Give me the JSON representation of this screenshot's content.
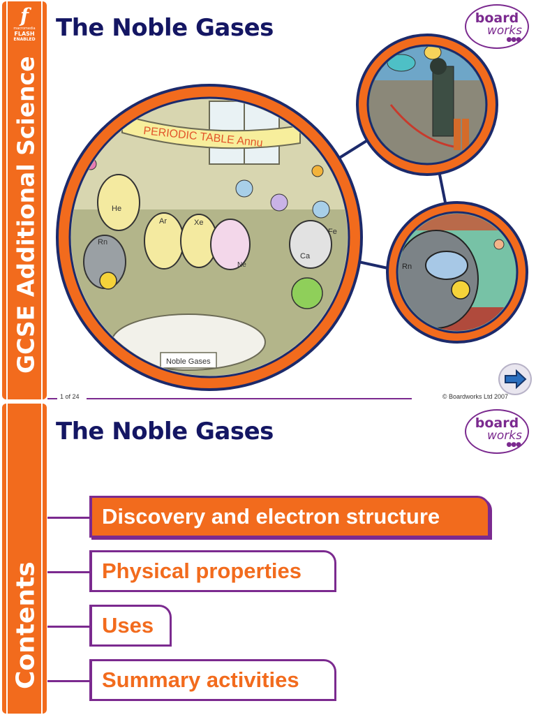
{
  "slide1": {
    "sidebar_title": "GCSE Additional Science",
    "flash_badge": {
      "line1": "macromedia",
      "line2": "FLASH",
      "line3": "ENABLED"
    },
    "title": "The Noble Gases",
    "logo": {
      "line1": "board",
      "line2": "works"
    },
    "page_number": "1 of 24",
    "copyright": "© Boardworks Ltd 2007",
    "illustration": {
      "banner_text": "PERIODIC TABLE Annu",
      "table_sign": "Noble Gases",
      "element_labels": [
        "He",
        "Ar",
        "Xe",
        "Ne",
        "Rn",
        "Ca",
        "Fe",
        "Rn"
      ]
    },
    "icons": {
      "next": "arrow-right-icon",
      "radiation": "radiation-icon"
    },
    "colors": {
      "accent": "#f26b1d",
      "frame": "#7b2a8f",
      "title": "#141663"
    }
  },
  "slide2": {
    "sidebar_title": "Contents",
    "title": "The Noble Gases",
    "logo": {
      "line1": "board",
      "line2": "works"
    },
    "menu": [
      {
        "label": "Discovery and electron structure",
        "active": true
      },
      {
        "label": "Physical properties",
        "active": false
      },
      {
        "label": "Uses",
        "active": false
      },
      {
        "label": "Summary activities",
        "active": false
      }
    ]
  }
}
